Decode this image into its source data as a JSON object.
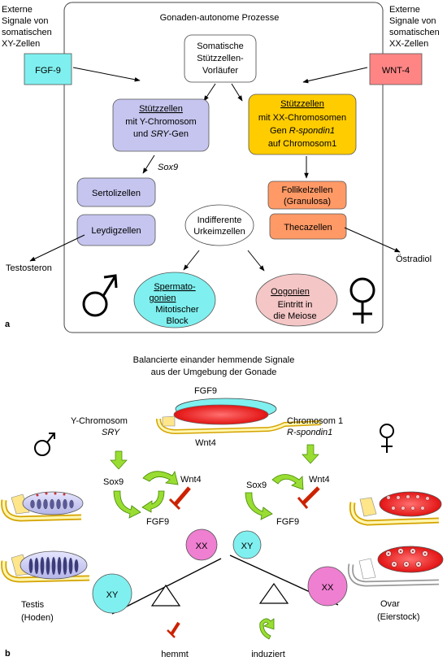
{
  "panel_a": {
    "letter": "a",
    "title": "Gonaden-autonome Prozesse",
    "left_external": [
      "Externe",
      "Signale von",
      "somatischen",
      "XY-Zellen"
    ],
    "right_external": [
      "Externe",
      "Signale von",
      "somatischen",
      "XX-Zellen"
    ],
    "fgf9_box": "FGF-9",
    "wnt4_box": "WNT-4",
    "precursor": [
      "Somatische",
      "Stützzellen-",
      "Vorläufer"
    ],
    "xy_support": {
      "heading": "Stützzellen",
      "line1": "mit Y-Chromosom",
      "line2_prefix": "und ",
      "line2_italic": "SRY",
      "line2_suffix": "-Gen"
    },
    "xx_support": {
      "heading": "Stützzellen",
      "line1": "mit XX-Chromosomen",
      "line2_prefix": "Gen ",
      "line2_italic": "R-spondin1",
      "line3": "auf Chromosom1"
    },
    "sox9": "Sox9",
    "sertoli": "Sertolizellen",
    "leydig": "Leydigzellen",
    "follicle": [
      "Follikelzellen",
      "(Granulosa)"
    ],
    "theca": "Thecazellen",
    "germ": [
      "Indifferente",
      "Urkeimzellen"
    ],
    "sperm": {
      "heading": [
        "Spermato-",
        "gonien"
      ],
      "lines": [
        "Mitotischer",
        "Block"
      ]
    },
    "oogonia": {
      "heading": "Oogonien",
      "lines": [
        "Eintritt in",
        "die Meiose"
      ]
    },
    "testosterone": "Testosteron",
    "estradiol": "Östradiol"
  },
  "panel_b": {
    "letter": "b",
    "title": [
      "Balancierte einander hemmende Signale",
      "aus der Umgebung der Gonade"
    ],
    "fgf9_top": "FGF9",
    "wnt4_top": "Wnt4",
    "y_chromosome": "Y-Chromosom",
    "sry": "SRY",
    "chromosome1": "Chromosom 1",
    "rspondin": "R-spondin1",
    "left_sox9": "Sox9",
    "left_wnt4": "Wnt4",
    "left_fgf9": "FGF9",
    "right_sox9": "Sox9",
    "right_wnt4": "Wnt4",
    "right_fgf9": "FGF9",
    "xx": "XX",
    "xy": "XY",
    "testis": [
      "Testis",
      "(Hoden)"
    ],
    "ovary": [
      "Ovar",
      "(Eierstock)"
    ],
    "inhibits": "hemmt",
    "induces": "induziert"
  },
  "colors": {
    "cyan": "#7ff0ef",
    "lavender": "#c5c5ef",
    "orange": "#ffcc00",
    "salmon": "#ff9966",
    "pink_light": "#f5c6c6",
    "wnt_red": "#ff6666",
    "green": "#99dd33",
    "magenta": "#ef7fd1"
  }
}
